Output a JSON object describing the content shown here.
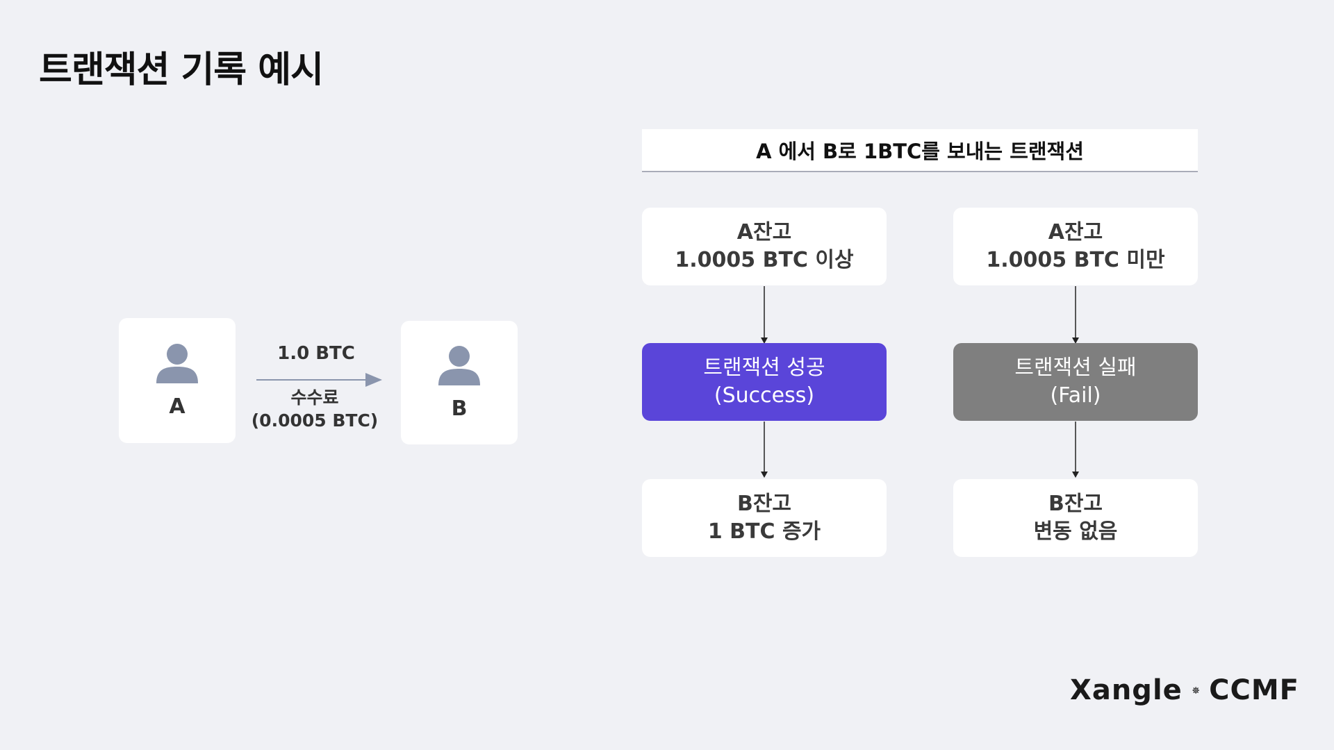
{
  "title": "트랜잭션 기록 예시",
  "left_diagram": {
    "sender": {
      "label": "A",
      "icon": "person-icon"
    },
    "receiver": {
      "label": "B",
      "icon": "person-icon"
    },
    "amount": "1.0 BTC",
    "fee_label": "수수료",
    "fee_value": "(0.0005 BTC)"
  },
  "flow": {
    "header": "A 에서 B로 1BTC를 보내는 트랜잭션",
    "left_branch": {
      "condition": {
        "line1": "A잔고",
        "line2": "1.0005 BTC 이상"
      },
      "result": {
        "line1": "트랜잭션 성공",
        "line2": "(Success)"
      },
      "outcome": {
        "line1": "B잔고",
        "line2": "1 BTC 증가"
      }
    },
    "right_branch": {
      "condition": {
        "line1": "A잔고",
        "line2": "1.0005 BTC 미만"
      },
      "result": {
        "line1": "트랜잭션 실패",
        "line2": "(Fail)"
      },
      "outcome": {
        "line1": "B잔고",
        "line2": "변동 없음"
      }
    }
  },
  "logo": {
    "brand": "Xangle",
    "partner": "CCMF",
    "icon": "gear-icon"
  },
  "colors": {
    "background": "#f0f1f5",
    "success": "#5a45d9",
    "fail": "#7f7f7f",
    "icon": "#8a95ad",
    "arrow": "#8a95ad"
  }
}
